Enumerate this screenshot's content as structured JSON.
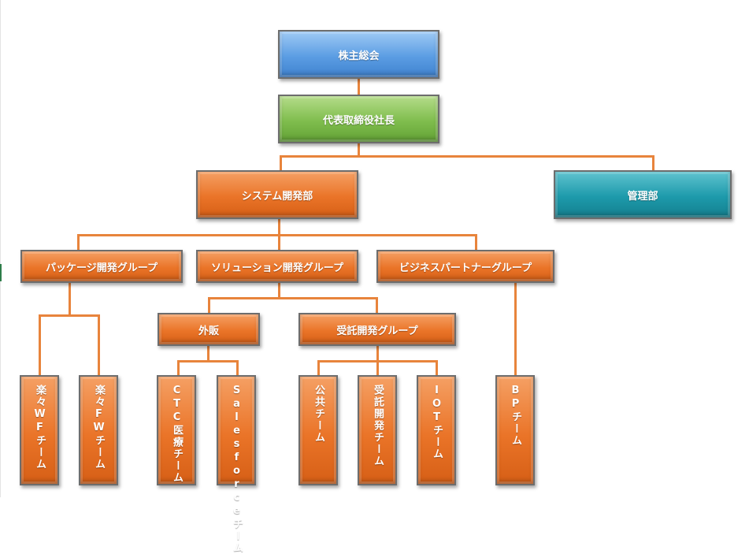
{
  "diagram": {
    "title": "",
    "nodes": [
      {
        "id": "shareholders",
        "label": "株主総会",
        "color": "blue"
      },
      {
        "id": "ceo",
        "label": "代表取締役社長",
        "color": "green"
      },
      {
        "id": "system_dev",
        "label": "システム開発部",
        "color": "orange"
      },
      {
        "id": "admin",
        "label": "管理部",
        "color": "teal"
      },
      {
        "id": "package_group",
        "label": "パッケージ開発グループ",
        "color": "orange"
      },
      {
        "id": "solution_group",
        "label": "ソリューション開発グループ",
        "color": "orange"
      },
      {
        "id": "bp_group",
        "label": "ビジネスパートナーグループ",
        "color": "orange"
      },
      {
        "id": "gaihan",
        "label": "外販",
        "color": "orange"
      },
      {
        "id": "contract_group",
        "label": "受託開発グループ",
        "color": "orange"
      },
      {
        "id": "wf_team",
        "label": "楽々WFチーム",
        "color": "orange"
      },
      {
        "id": "fw_team",
        "label": "楽々FWチーム",
        "color": "orange"
      },
      {
        "id": "ctc_team",
        "label": "CTC医療チーム",
        "color": "orange"
      },
      {
        "id": "salesforce_team",
        "label": "Salesforceチーム",
        "color": "orange"
      },
      {
        "id": "public_team",
        "label": "公共チーム",
        "color": "orange"
      },
      {
        "id": "contract_team",
        "label": "受託開発チーム",
        "color": "orange"
      },
      {
        "id": "iot_team",
        "label": "IOTチーム",
        "color": "orange"
      },
      {
        "id": "bp_team",
        "label": "BPチーム",
        "color": "orange"
      }
    ],
    "edges": [
      {
        "from": "shareholders",
        "to": "ceo"
      },
      {
        "from": "ceo",
        "to": "system_dev"
      },
      {
        "from": "ceo",
        "to": "admin"
      },
      {
        "from": "system_dev",
        "to": "package_group"
      },
      {
        "from": "system_dev",
        "to": "solution_group"
      },
      {
        "from": "system_dev",
        "to": "bp_group"
      },
      {
        "from": "package_group",
        "to": "wf_team"
      },
      {
        "from": "package_group",
        "to": "fw_team"
      },
      {
        "from": "solution_group",
        "to": "gaihan"
      },
      {
        "from": "solution_group",
        "to": "contract_group"
      },
      {
        "from": "gaihan",
        "to": "ctc_team"
      },
      {
        "from": "gaihan",
        "to": "salesforce_team"
      },
      {
        "from": "contract_group",
        "to": "public_team"
      },
      {
        "from": "contract_group",
        "to": "contract_team"
      },
      {
        "from": "contract_group",
        "to": "iot_team"
      },
      {
        "from": "bp_group",
        "to": "bp_team"
      }
    ],
    "colors": {
      "connector": "#e8843c",
      "blue": "#5b9de3",
      "green": "#7fbd4d",
      "teal": "#1d9aab",
      "orange": "#ea7428"
    }
  }
}
